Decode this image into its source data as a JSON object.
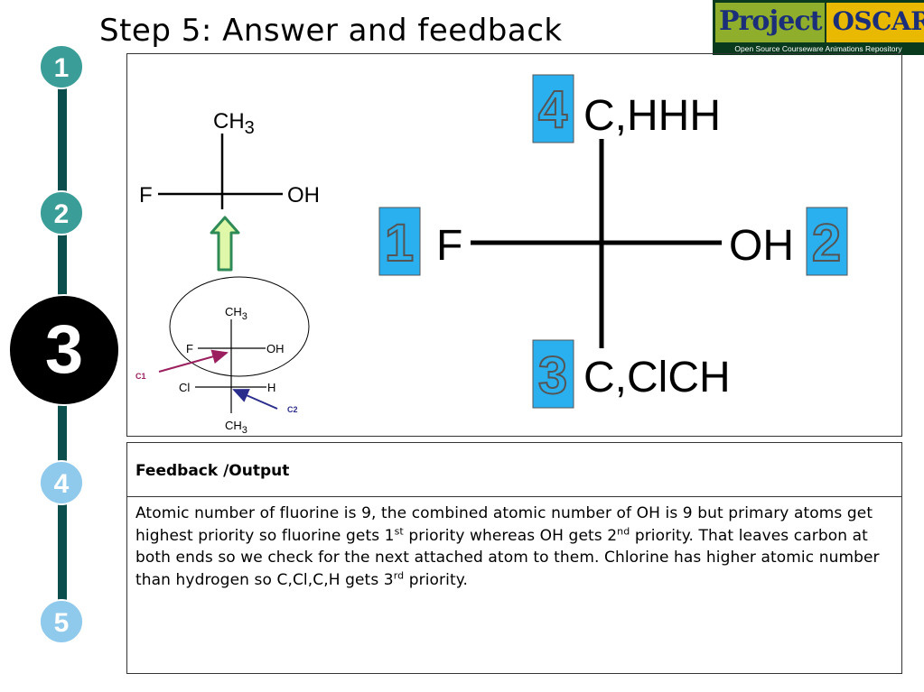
{
  "header": {
    "title": "Step 5: Answer and feedback"
  },
  "logo": {
    "project": "Project",
    "oscar": "OSCAR",
    "subtitle": "Open Source Courseware Animations Repository"
  },
  "steps": [
    {
      "num": "1",
      "state": "done"
    },
    {
      "num": "2",
      "state": "done"
    },
    {
      "num": "3",
      "state": "current"
    },
    {
      "num": "4",
      "state": "todo"
    },
    {
      "num": "5",
      "state": "todo"
    }
  ],
  "small_projection": {
    "top": "CH",
    "top_sub": "3",
    "left": "F",
    "right": "OH"
  },
  "ellipse_projection": {
    "top": "CH",
    "top_sub": "3",
    "row1_left": "F",
    "row1_right": "OH",
    "row2_left": "Cl",
    "row2_right": "H",
    "bottom": "CH",
    "bottom_sub": "3",
    "label_c1": "C1",
    "label_c2": "C2"
  },
  "large_projection": {
    "top": "C,HHH",
    "left": "F",
    "right": "OH",
    "bottom": "C,ClCH",
    "priority_top": "4",
    "priority_left": "1",
    "priority_right": "2",
    "priority_bottom": "3"
  },
  "colors": {
    "priority_box": "#2ab0ef",
    "arrow_c1": "#9b1f5e",
    "arrow_c2": "#2b2d8c",
    "up_arrow_fill": "#dff7a8",
    "up_arrow_stroke": "#2e8b57"
  },
  "feedback": {
    "heading": "Feedback /Output",
    "p1": "Atomic number of fluorine is 9, the combined atomic number of OH is 9 but primary atoms get highest priority so fluorine gets 1",
    "sup1": "st",
    "p2": " priority whereas OH gets 2",
    "sup2": "nd",
    "p3": " priority. That leaves carbon at both ends so we check for the next attached atom to them. Chlorine has higher atomic number than hydrogen so C,Cl,C,H gets 3",
    "sup3": "rd",
    "p4": " priority."
  }
}
